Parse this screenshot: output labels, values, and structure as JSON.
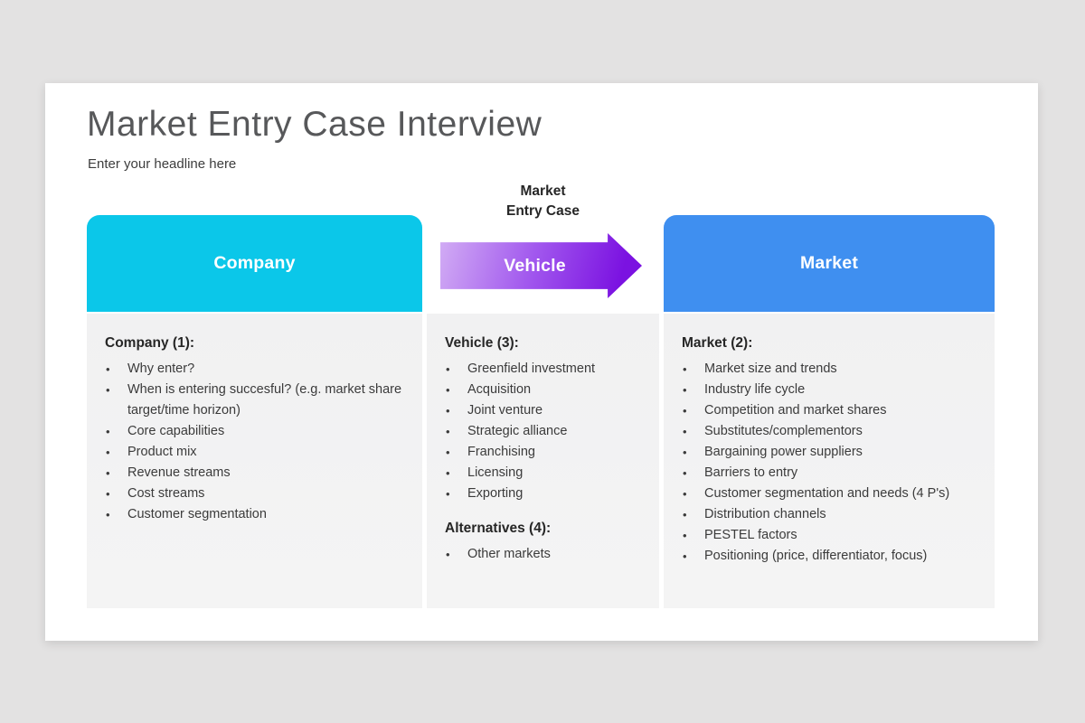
{
  "header": {
    "title": "Market Entry Case Interview",
    "subtitle": "Enter your headline here"
  },
  "diagram": {
    "flow_label": {
      "line1": "Market",
      "line2": "Entry Case"
    },
    "columns": [
      {
        "header": "Company",
        "header_color": "#0bc7e9",
        "sections": [
          {
            "heading": "Company (1):",
            "bullets": [
              "Why enter?",
              "When is entering succesful? (e.g. market share target/time horizon)",
              "Core capabilities",
              "Product mix",
              "Revenue streams",
              "Cost streams",
              "Customer segmentation"
            ]
          }
        ]
      },
      {
        "header": "Vehicle",
        "shape": "arrow-right",
        "arrow_gradient": [
          "#d2adf4",
          "#a259ee",
          "#7b12e1"
        ],
        "sections": [
          {
            "heading": "Vehicle (3):",
            "bullets": [
              "Greenfield investment",
              "Acquisition",
              "Joint venture",
              "Strategic alliance",
              "Franchising",
              "Licensing",
              "Exporting"
            ]
          },
          {
            "heading": "Alternatives (4):",
            "bullets": [
              "Other markets"
            ]
          }
        ]
      },
      {
        "header": "Market",
        "header_color": "#3f8ff0",
        "sections": [
          {
            "heading": "Market (2):",
            "bullets": [
              "Market size and trends",
              "Industry life cycle",
              "Competition and market shares",
              "Substitutes/complementors",
              "Bargaining power suppliers",
              "Barriers to entry",
              "Customer segmentation and needs (4 P's)",
              "Distribution channels",
              "PESTEL factors",
              "Positioning (price, differentiator, focus)"
            ]
          }
        ]
      }
    ]
  },
  "colors": {
    "page_background": "#e3e2e2",
    "card_background": "#ffffff",
    "column_body_background": "#f2f2f3",
    "company_header": "#0bc7e9",
    "market_header": "#3f8ff0",
    "arrow_purple_light": "#d2adf4",
    "arrow_purple_dark": "#7b12e1",
    "title_text": "#57585a",
    "body_text": "#3b3b3b"
  }
}
